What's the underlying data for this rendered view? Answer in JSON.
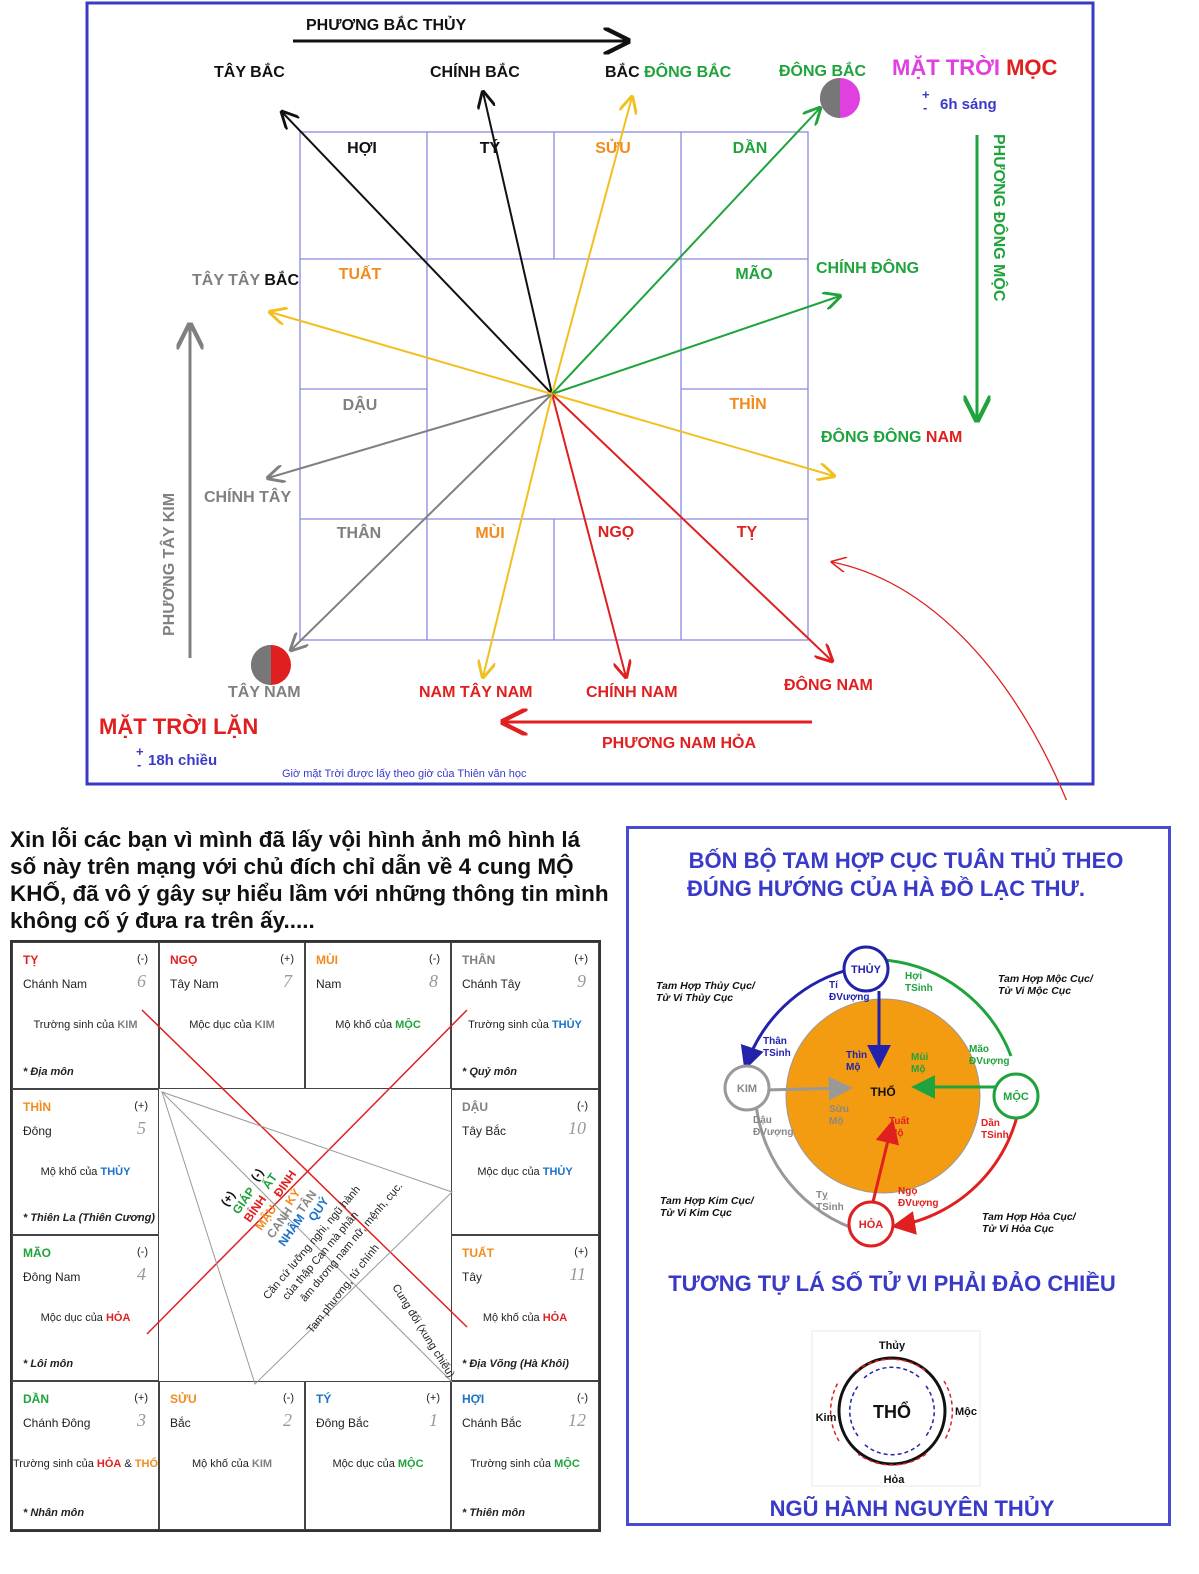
{
  "colors": {
    "blue": "#3a3ac8",
    "orange": "#f08c1e",
    "green": "#1fa33c",
    "red": "#e02020",
    "gray": "#808080",
    "magenta": "#e040e0",
    "yellow": "#f2c01e",
    "black": "#111111"
  },
  "compass": {
    "north_direction": "PHƯƠNG BẮC THỦY",
    "west_direction": "PHƯƠNG TÂY KIM",
    "east_direction": "PHƯƠNG ĐÔNG MỘC",
    "south_direction": "PHƯƠNG NAM HỎA",
    "tay_bac": "TÂY BẮC",
    "chinh_bac": "CHÍNH BẮC",
    "bac": "BẮC",
    "dong_bac_green": "ĐÔNG BẮC",
    "dong_bac": "ĐÔNG BẮC",
    "sunrise_prefix": "MẶT TRỜI",
    "sunrise_word": "MỌC",
    "sunrise_time": "6h sáng",
    "tay_tay": "TÂY TÂY",
    "bac2": "BẮC",
    "chinh_dong": "CHÍNH ĐÔNG",
    "dong_dong": "ĐÔNG ĐÔNG",
    "nam_word": "NAM",
    "chinh_tay": "CHÍNH TÂY",
    "tay_nam": "TÂY NAM",
    "nam_tay_nam": "NAM TÂY NAM",
    "chinh_nam": "CHÍNH NAM",
    "dong_nam": "ĐÔNG NAM",
    "sunset_prefix": "MẶT TRỜI",
    "sunset_word": "LẶN",
    "sunset_time": "18h chiều",
    "plus": "+",
    "minus": "-",
    "footnote": "Giờ mặt Trời được lấy theo giờ của Thiên văn học",
    "branches": {
      "hoi": "HỢI",
      "ty_rat": "TÝ",
      "suu": "SỬU",
      "dan": "DẦN",
      "tuat": "TUẤT",
      "mao": "MÃO",
      "dau": "DẬU",
      "thin": "THÌN",
      "than": "THÂN",
      "mui": "MÙI",
      "ngo": "NGỌ",
      "ty_snake": "TỴ"
    }
  },
  "note": "Xin lỗi các bạn vì mình đã lấy vội hình ảnh mô hình lá số này trên mạng với chủ đích chỉ dẫn về 4 cung MỘ KHỐ, đã vô ý gây sự hiểu lầm với những thông tin mình không cố ý đưa ra trên ấy.....",
  "chart_cells": [
    {
      "branch": "TỴ",
      "branch_color": "#e02020",
      "sign": "(-)",
      "direction": "Chánh Nam",
      "number": "6",
      "desc_prefix": "Trường sinh của ",
      "desc_el": "KIM",
      "el_color": "#808080",
      "desc_mid": "",
      "desc_el2": "",
      "el2_color": "",
      "gate": "* Địa môn",
      "col": 0,
      "row": 0
    },
    {
      "branch": "NGỌ",
      "branch_color": "#e02020",
      "sign": "(+)",
      "direction": "Tây Nam",
      "number": "7",
      "desc_prefix": "Mộc dục của ",
      "desc_el": "KIM",
      "el_color": "#808080",
      "desc_mid": "",
      "desc_el2": "",
      "el2_color": "",
      "gate": "",
      "col": 1,
      "row": 0
    },
    {
      "branch": "MÙI",
      "branch_color": "#f08c1e",
      "sign": "(-)",
      "direction": "Nam",
      "number": "8",
      "desc_prefix": "Mộ khố của ",
      "desc_el": "MỘC",
      "el_color": "#1fa33c",
      "desc_mid": "",
      "desc_el2": "",
      "el2_color": "",
      "gate": "",
      "col": 2,
      "row": 0
    },
    {
      "branch": "THÂN",
      "branch_color": "#808080",
      "sign": "(+)",
      "direction": "Chánh Tây",
      "number": "9",
      "desc_prefix": "Trường sinh của ",
      "desc_el": "THỦY",
      "el_color": "#1a73c9",
      "desc_mid": "",
      "desc_el2": "",
      "el2_color": "",
      "gate": "* Quỷ môn",
      "col": 3,
      "row": 0
    },
    {
      "branch": "THÌN",
      "branch_color": "#f08c1e",
      "sign": "(+)",
      "direction": "Đông",
      "number": "5",
      "desc_prefix": "Mộ khố của ",
      "desc_el": "THỦY",
      "el_color": "#1a73c9",
      "desc_mid": "",
      "desc_el2": "",
      "el2_color": "",
      "gate": "* Thiên La (Thiên Cương)",
      "col": 0,
      "row": 1
    },
    {
      "branch": "DẬU",
      "branch_color": "#808080",
      "sign": "(-)",
      "direction": "Tây Bắc",
      "number": "10",
      "desc_prefix": "Mộc dục của ",
      "desc_el": "THỦY",
      "el_color": "#1a73c9",
      "desc_mid": "",
      "desc_el2": "",
      "el2_color": "",
      "gate": "",
      "col": 3,
      "row": 1
    },
    {
      "branch": "MÃO",
      "branch_color": "#1fa33c",
      "sign": "(-)",
      "direction": "Đông Nam",
      "number": "4",
      "desc_prefix": "Mộc dục của ",
      "desc_el": "HỎA",
      "el_color": "#e02020",
      "desc_mid": "",
      "desc_el2": "",
      "el2_color": "",
      "gate": "* Lôi môn",
      "col": 0,
      "row": 2
    },
    {
      "branch": "TUẤT",
      "branch_color": "#f08c1e",
      "sign": "(+)",
      "direction": "Tây",
      "number": "11",
      "desc_prefix": "Mộ khố của ",
      "desc_el": "HỎA",
      "el_color": "#e02020",
      "desc_mid": "",
      "desc_el2": "",
      "el2_color": "",
      "gate": "* Địa Võng (Hà Khôi)",
      "col": 3,
      "row": 2
    },
    {
      "branch": "DẦN",
      "branch_color": "#1fa33c",
      "sign": "(+)",
      "direction": "Chánh Đông",
      "number": "3",
      "desc_prefix": "Trường sinh của ",
      "desc_el": "HỎA",
      "el_color": "#e02020",
      "desc_mid": " & ",
      "desc_el2": "THỔ",
      "el2_color": "#f08c1e",
      "gate": "* Nhân môn",
      "col": 0,
      "row": 3
    },
    {
      "branch": "SỬU",
      "branch_color": "#f08c1e",
      "sign": "(-)",
      "direction": "Bắc",
      "number": "2",
      "desc_prefix": "Mộ khố của ",
      "desc_el": "KIM",
      "el_color": "#808080",
      "desc_mid": "",
      "desc_el2": "",
      "el2_color": "",
      "gate": "",
      "col": 1,
      "row": 3
    },
    {
      "branch": "TÝ",
      "branch_color": "#1a73c9",
      "sign": "(+)",
      "direction": "Đông Bắc",
      "number": "1",
      "desc_prefix": "Mộc dục của ",
      "desc_el": "MỘC",
      "el_color": "#1fa33c",
      "desc_mid": "",
      "desc_el2": "",
      "el2_color": "",
      "gate": "",
      "col": 2,
      "row": 3
    },
    {
      "branch": "HỢI",
      "branch_color": "#1a73c9",
      "sign": "(-)",
      "direction": "Chánh Bắc",
      "number": "12",
      "desc_prefix": "Trường sinh của ",
      "desc_el": "MỘC",
      "el_color": "#1fa33c",
      "desc_mid": "",
      "desc_el2": "",
      "el2_color": "",
      "gate": "* Thiên môn",
      "col": 3,
      "row": 3
    }
  ],
  "center": {
    "plus": "(+)",
    "minus": "(-)",
    "stems": {
      "giap": "GIÁP",
      "at": "ẤT",
      "binh": "BÍNH",
      "dinh": "ĐINH",
      "mau": "MẬU",
      "ky": "KỶ",
      "canh": "CANH",
      "tan": "TÂN",
      "nham": "NHÂM",
      "quy": "QUÝ"
    },
    "line1": "Căn cứ lưỡng nghi, ngũ hành",
    "line2": "của thập Can mà phân",
    "line3": "âm dương nam nữ, mệnh, cục.",
    "tam_phuong": "Tam phương, tứ chính",
    "cung_doi": "Cung đối (xung chiếu)"
  },
  "right": {
    "title1": "BỐN BỘ TAM HỢP CỤC TUÂN THỦ THEO",
    "title2": "ĐÚNG HƯỚNG CỦA HÀ ĐỒ LẠC THƯ.",
    "thuy": "THỦY",
    "kim": "KIM",
    "moc": "MỘC",
    "hoa": "HỎA",
    "tho": "THỔ",
    "ti_dvuong_1": "Tí",
    "ti_dvuong_2": "ĐVượng",
    "hoi_tsinh_1": "Hợi",
    "hoi_tsinh_2": "TSinh",
    "than_tsinh_1": "Thân",
    "than_tsinh_2": "TSinh",
    "mao_dvuong_1": "Mão",
    "mao_dvuong_2": "ĐVượng",
    "dau_dvuong_1": "Dậu",
    "dau_dvuong_2": "ĐVượng",
    "dan_tsinh_1": "Dần",
    "dan_tsinh_2": "TSinh",
    "ty_tsinh_1": "Tỵ",
    "ty_tsinh_2": "TSinh",
    "ngo_dvuong_1": "Ngọ",
    "ngo_dvuong_2": "ĐVượng",
    "thin_mo_1": "Thìn",
    "thin_mo_2": "Mộ",
    "mui_mo_1": "Mùi",
    "mui_mo_2": "Mộ",
    "suu_mo_1": "Sửu",
    "suu_mo_2": "Mộ",
    "tuat_mo_1": "Tuất",
    "tuat_mo_2": "Mộ",
    "thuy_cuc_1": "Tam Hợp Thủy Cục/",
    "thuy_cuc_2": "Tử Vi Thủy Cục",
    "moc_cuc_1": "Tam Hợp Mộc Cục/",
    "moc_cuc_2": "Tử Vi Mộc Cục",
    "kim_cuc_1": "Tam Hợp Kim Cục/",
    "kim_cuc_2": "Tử Vi Kim Cục",
    "hoa_cuc_1": "Tam Hợp Hỏa Cục/",
    "hoa_cuc_2": "Tử Vi Hỏa Cục",
    "reverse": "TƯƠNG TỰ LÁ SỐ TỬ VI PHẢI ĐẢO CHIỀU",
    "small_tho": "THỔ",
    "small_thuy": "Thủy",
    "small_kim": "Kim",
    "small_moc": "Mộc",
    "small_hoa": "Hỏa",
    "bottom": "NGŨ HÀNH NGUYÊN THỦY"
  }
}
